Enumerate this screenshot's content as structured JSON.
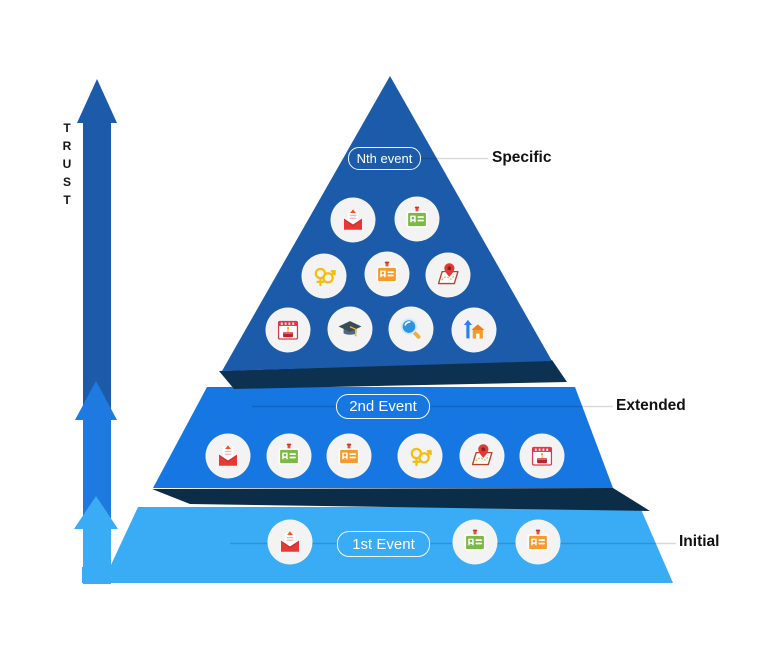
{
  "axis": {
    "label": "TRUST"
  },
  "tiers": [
    {
      "name": "top",
      "event_label": "Nth event",
      "side_label": "Specific",
      "color": "#1b5ba9",
      "shadow_color": "#0d3150",
      "icons": [
        "envelope",
        "id-card-green",
        "gender",
        "id-card-orange",
        "map-pin",
        "calendar-cake",
        "graduation-cap",
        "magnifier",
        "home-move"
      ]
    },
    {
      "name": "middle",
      "event_label": "2nd Event",
      "side_label": "Extended",
      "color": "#1677e3",
      "shadow_color": "#0c2d48",
      "icons": [
        "envelope",
        "id-card-green",
        "id-card-orange",
        "gender",
        "map-pin",
        "calendar-cake"
      ]
    },
    {
      "name": "bottom",
      "event_label": "1st Event",
      "side_label": "Initial",
      "color": "#3aacf6",
      "icons": [
        "envelope",
        "id-card-green",
        "id-card-orange"
      ]
    }
  ],
  "arrow": {
    "top_color": "#1b5ba9",
    "middle_color": "#1e7ae0",
    "bottom_color": "#3aacf6"
  }
}
